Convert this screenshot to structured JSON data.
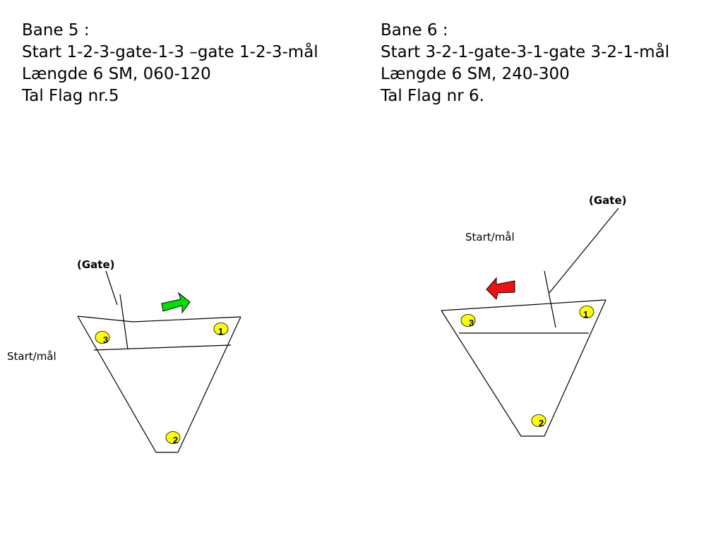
{
  "colors": {
    "buoy_fill": "#ffff00",
    "arrow_left_fill": "#00e000",
    "arrow_right_fill": "#ee1111",
    "line": "#000000"
  },
  "courses": [
    {
      "title": "Bane 5 :",
      "route": "Start 1-2-3-gate-1-3 –gate 1-2-3-mål",
      "length": "Længde 6 SM, 060-120",
      "flag": "Tal Flag nr.5",
      "gate_label": "(Gate)",
      "start_label": "Start/mål",
      "buoys": [
        "1",
        "2",
        "3"
      ],
      "arrow_color": "green",
      "arrow_direction": "right"
    },
    {
      "title": "Bane 6 :",
      "route": "Start 3-2-1-gate-3-1-gate 3-2-1-mål",
      "length": "Længde 6 SM, 240-300",
      "flag": "Tal Flag nr 6.",
      "gate_label": "(Gate)",
      "start_label": "Start/mål",
      "buoys": [
        "1",
        "2",
        "3"
      ],
      "arrow_color": "red",
      "arrow_direction": "left"
    }
  ]
}
